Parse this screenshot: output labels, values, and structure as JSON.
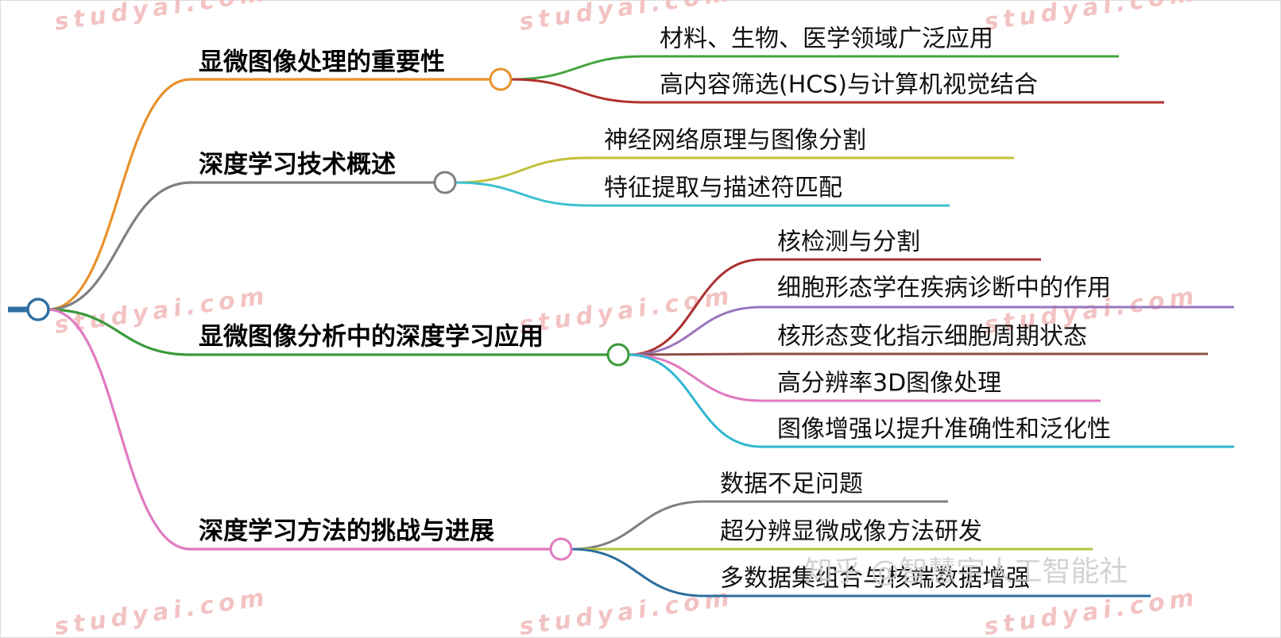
{
  "mindmap": {
    "root": {
      "color": "#2f6fa3"
    },
    "branches": [
      {
        "label": "显微图像处理的重要性",
        "color": "#e8912b",
        "leaves": [
          {
            "label": "材料、生物、医学领域广泛应用",
            "color": "#43a43b"
          },
          {
            "label": "高内容筛选(HCS)与计算机视觉结合",
            "color": "#b0302c"
          }
        ]
      },
      {
        "label": "深度学习技术概述",
        "color": "#808080",
        "leaves": [
          {
            "label": "神经网络原理与图像分割",
            "color": "#c4bf3a"
          },
          {
            "label": "特征提取与描述符匹配",
            "color": "#3cbfd0"
          }
        ]
      },
      {
        "label": "显微图像分析中的深度学习应用",
        "color": "#3a9a3a",
        "leaves": [
          {
            "label": "核检测与分割",
            "color": "#a9302f"
          },
          {
            "label": "细胞形态学在疾病诊断中的作用",
            "color": "#9a76bf"
          },
          {
            "label": "核形态变化指示细胞周期状态",
            "color": "#8a4f45"
          },
          {
            "label": "高分辨率3D图像处理",
            "color": "#e07ac0"
          },
          {
            "label": "图像增强以提升准确性和泛化性",
            "color": "#2fb6cf"
          }
        ]
      },
      {
        "label": "深度学习方法的挑战与进展",
        "color": "#e07ac0",
        "leaves": [
          {
            "label": "数据不足问题",
            "color": "#7f7f7f"
          },
          {
            "label": "超分辨显微成像方法研发",
            "color": "#b5c43c"
          },
          {
            "label": "多数据集组合与核端数据增强",
            "color": "#2e6ea0"
          }
        ]
      }
    ]
  },
  "watermarks": {
    "site": "studyai.com",
    "footer": "知乎 @智慧宇人工智能社"
  }
}
